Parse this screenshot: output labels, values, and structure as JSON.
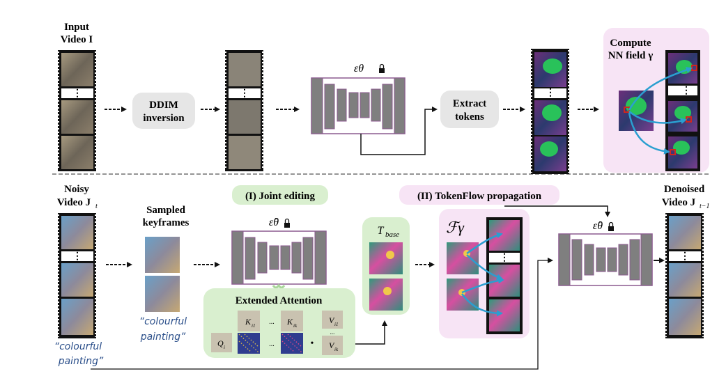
{
  "top": {
    "input_label_line1": "Input",
    "input_label_line2": "Video I",
    "ddim_line1": "DDIM",
    "ddim_line2": "inversion",
    "unet_label": "εθ",
    "extract_line1": "Extract",
    "extract_line2": "tokens",
    "nn_line1": "Compute",
    "nn_line2": "NN field γ"
  },
  "bottom": {
    "noisy_line1": "Noisy",
    "noisy_line2": "Video J",
    "noisy_sub": "t",
    "sampled_line1": "Sampled",
    "sampled_line2": "keyframes",
    "prompt_line1": "“colourful",
    "prompt_line2": "painting”",
    "joint_editing": "(I) Joint editing",
    "unet_label": "ε̂θ",
    "extended_attention": "Extended Attention",
    "k1": "K",
    "k1_sub": "i1",
    "kk": "K",
    "kk_sub": "ik",
    "v1": "V",
    "v1_sub": "i1",
    "vk": "V",
    "vk_sub": "ik",
    "q": "Q",
    "q_sub": "i",
    "dots": "...",
    "dot": "•",
    "tbase": "T",
    "tbase_sub": "base",
    "tokenflow": "(II) TokenFlow propagation",
    "f_gamma": "ℱγ",
    "denoised_line1": "Denoised",
    "denoised_line2": "Video J",
    "denoised_sub": "t−1",
    "unet2_label": "ε̂θ"
  },
  "colors": {
    "unet_gray": "#7f7f7f",
    "unet_stroke": "#8b5a8f",
    "pill_gray": "#e6e6e6",
    "pink_panel": "#f7e4f5",
    "green_panel": "#d9efcf",
    "arrow_blue": "#2a9fd0",
    "prompt_blue": "#2b4f8a"
  }
}
